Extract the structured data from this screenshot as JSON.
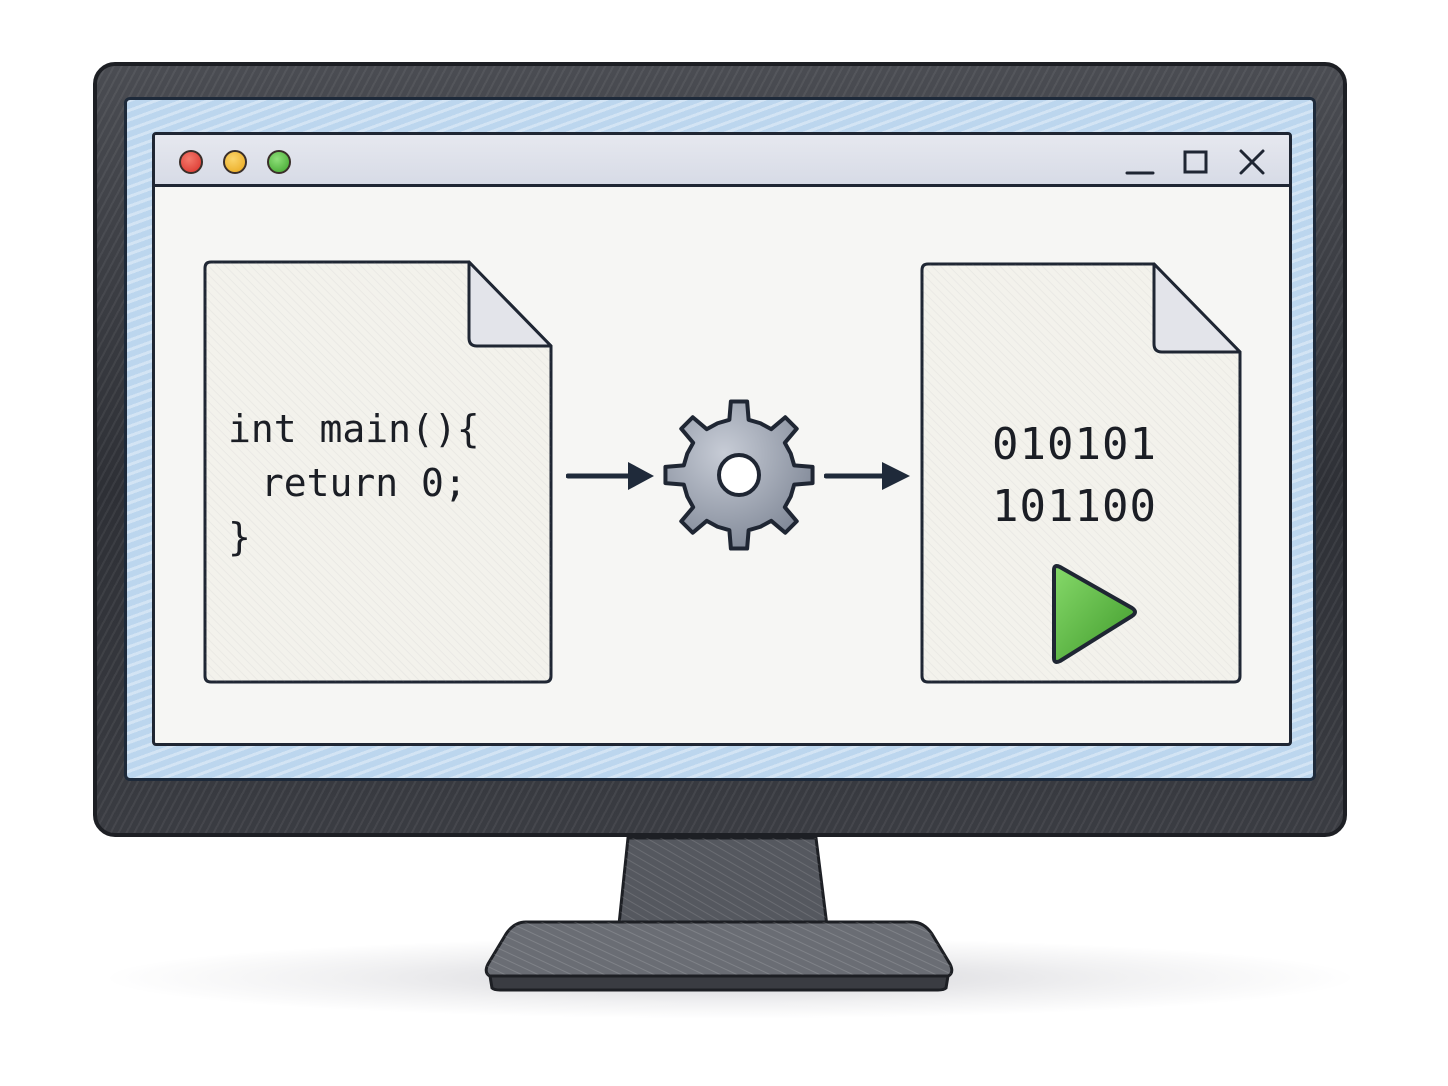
{
  "window": {
    "controls": {
      "close_color": "#d9302a",
      "minimize_color": "#e9a71b",
      "maximize_color": "#3ea32b"
    }
  },
  "source_file": {
    "lines": [
      "int main(){",
      " return 0;",
      "}"
    ]
  },
  "binary_file": {
    "lines": [
      "010101",
      "101100"
    ]
  },
  "icons": {
    "compile": "gear-icon",
    "run": "play-icon",
    "flow": "arrow-right-icon"
  },
  "colors": {
    "screen_bg": "#bcd6ee",
    "window_bg": "#f6f6f4",
    "file_paper": "#f3f2ec",
    "gear": "#8f96a3",
    "play": "#56b53a",
    "ink": "#1b1e25"
  }
}
